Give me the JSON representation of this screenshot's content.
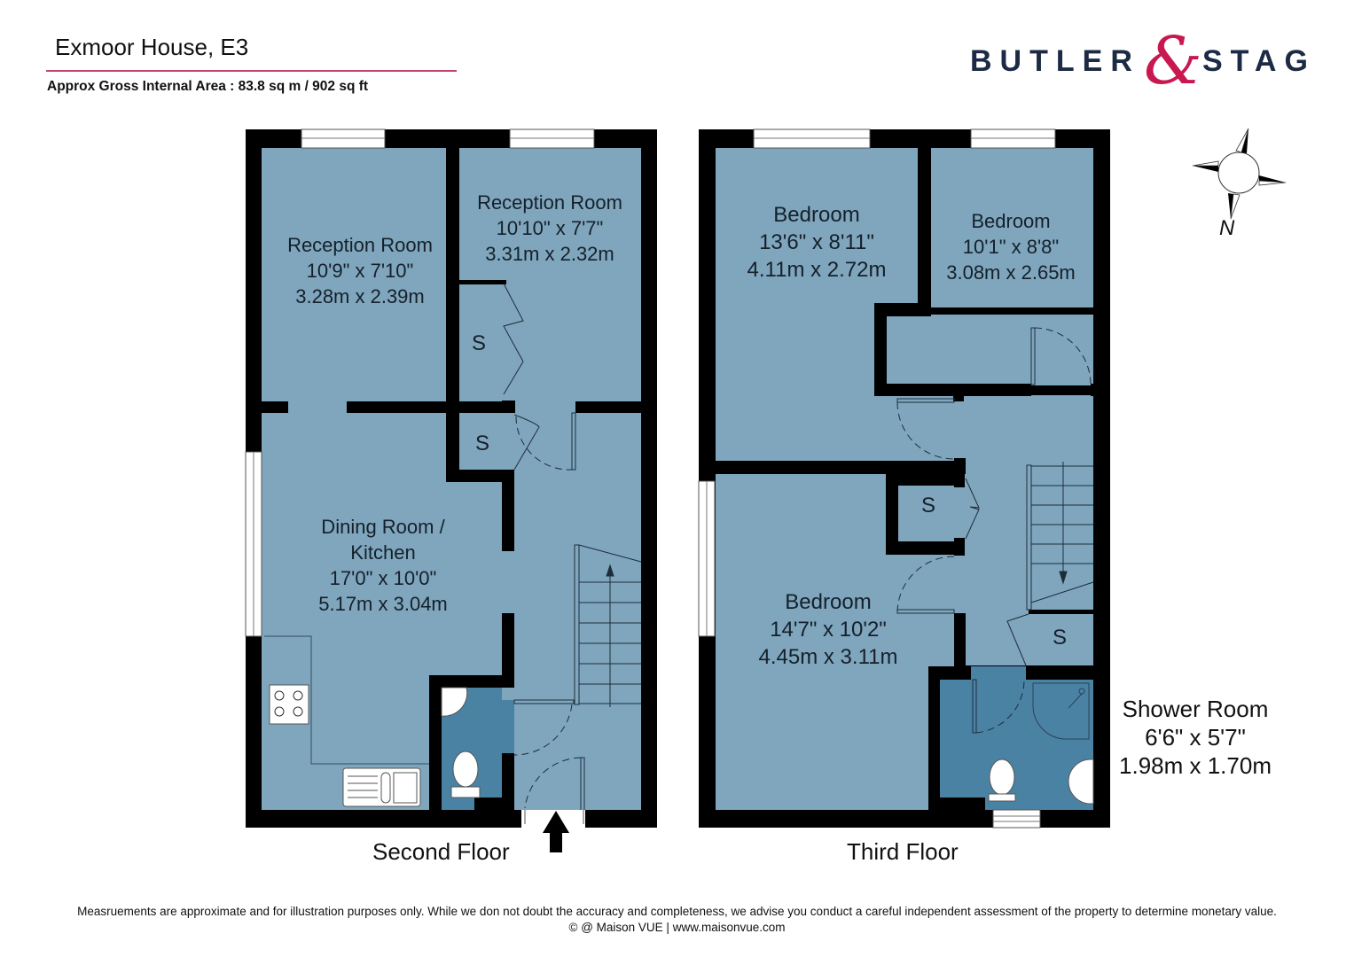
{
  "header": {
    "title": "Exmoor House, E3",
    "area": "Approx Gross Internal Area : 83.8 sq m / 902 sq ft"
  },
  "brand": {
    "word1": "BUTLER",
    "ampersand": "&",
    "word2": "STAG",
    "color_text": "#1c2a44",
    "color_accent": "#c8184f"
  },
  "compass": {
    "label": "N",
    "icon": "compass-rose-icon"
  },
  "colors": {
    "wall": "#000000",
    "room_fill": "#7fa6bd",
    "wet_room_fill": "#4a82a4",
    "rule": "#c2466e"
  },
  "floors": [
    {
      "label": "Second Floor",
      "rooms": [
        {
          "name": "Reception Room",
          "imperial": "10'9\" x 7'10\"",
          "metric": "3.28m x 2.39m"
        },
        {
          "name": "Reception Room",
          "imperial": "10'10\" x 7'7\"",
          "metric": "3.31m x 2.32m"
        },
        {
          "name_line1": "Dining Room /",
          "name_line2": "Kitchen",
          "imperial": "17'0\" x 10'0\"",
          "metric": "5.17m x 3.04m"
        }
      ],
      "storage": [
        "S",
        "S"
      ],
      "entrance_icon": "entrance-arrow-icon"
    },
    {
      "label": "Third Floor",
      "rooms": [
        {
          "name": "Bedroom",
          "imperial": "13'6\" x 8'11\"",
          "metric": "4.11m x 2.72m"
        },
        {
          "name": "Bedroom",
          "imperial": "10'1\" x 8'8\"",
          "metric": "3.08m x 2.65m"
        },
        {
          "name": "Bedroom",
          "imperial": "14'7\" x 10'2\"",
          "metric": "4.45m x 3.11m"
        },
        {
          "name": "Shower Room",
          "imperial": "6'6\" x 5'7\"",
          "metric": "1.98m x 1.70m"
        }
      ],
      "storage": [
        "S",
        "S"
      ]
    }
  ],
  "footer": {
    "disclaimer": "Measruements are approximate and for illustration purposes only. While we don not doubt the accuracy and completeness, we advise you conduct a careful independent assessment of the property to determine monetary value.",
    "credit": "© @ Maison VUE | www.maisonvue.com"
  }
}
